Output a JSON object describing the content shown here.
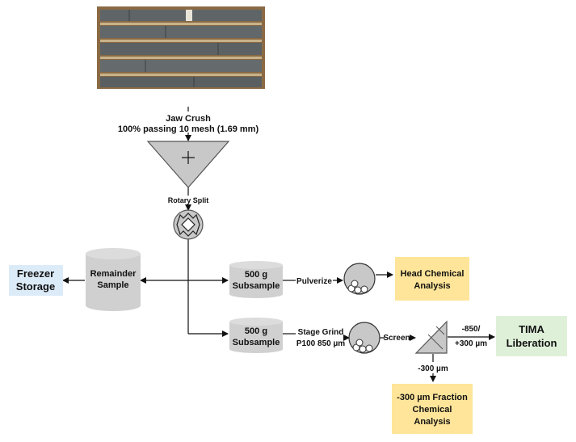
{
  "diagram": {
    "photo": {
      "description_icon": "core-tray-photo"
    },
    "jaw_crush": {
      "line1": "Jaw Crush",
      "line2": "100% passing 10 mesh (1.69 mm)"
    },
    "rotary_split": {
      "label": "Rotary Split"
    },
    "remainder": {
      "line1": "Remainder",
      "line2": "Sample"
    },
    "freezer": {
      "line1": "Freezer",
      "line2": "Storage"
    },
    "subsample_top": {
      "line1": "500 g",
      "line2": "Subsample"
    },
    "subsample_bottom": {
      "line1": "500 g",
      "line2": "Subsample"
    },
    "pulverize": {
      "label": "Pulverize"
    },
    "head_chem": {
      "line1": "Head Chemical",
      "line2": "Analysis"
    },
    "stage_grind": {
      "line1": "Stage Grind",
      "line2": "P100 850 µm"
    },
    "screen": {
      "label": "Screen"
    },
    "coarse_fraction": {
      "line1": "-850/",
      "line2": "+300 µm"
    },
    "tima": {
      "line1": "TIMA",
      "line2": "Liberation"
    },
    "fine_fraction": {
      "label": "-300 µm"
    },
    "fine_chem": {
      "line1": "-300 µm Fraction",
      "line2": "Chemical",
      "line3": "Analysis"
    },
    "colors": {
      "equipment_fill": "#c8c8c8",
      "sample_fill": "#d0d0d0",
      "freezer_fill": "#dcebf8",
      "chem_fill": "#ffe599",
      "tima_fill": "#dff0d8"
    }
  }
}
